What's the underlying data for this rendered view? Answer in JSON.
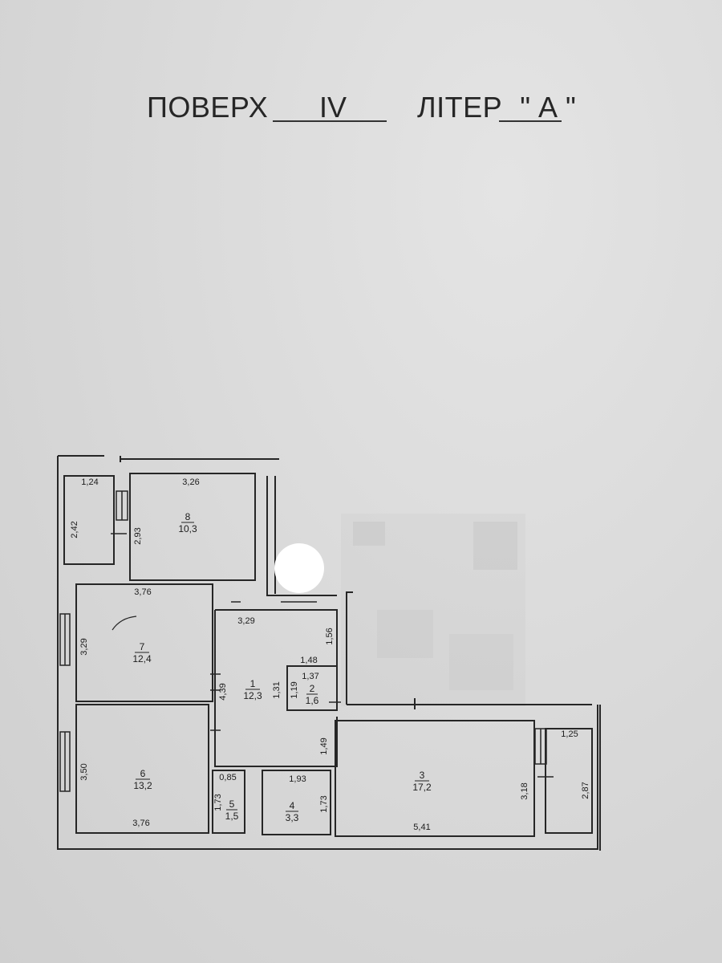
{
  "header": {
    "floor_label": "ПОВЕРХ",
    "floor_value": "IV",
    "liter_label": "ЛІТЕР",
    "liter_value": "\" А \""
  },
  "rooms": [
    {
      "id": "1",
      "number": "1",
      "area": "12,3"
    },
    {
      "id": "2",
      "number": "2",
      "area": "1,6"
    },
    {
      "id": "3",
      "number": "3",
      "area": "17,2"
    },
    {
      "id": "4",
      "number": "4",
      "area": "3,3"
    },
    {
      "id": "5",
      "number": "5",
      "area": "1,5"
    },
    {
      "id": "6",
      "number": "6",
      "area": "13,2"
    },
    {
      "id": "7",
      "number": "7",
      "area": "12,4"
    },
    {
      "id": "8",
      "number": "8",
      "area": "10,3"
    }
  ],
  "dimensions": {
    "d124": "1,24",
    "d242": "2,42",
    "d326": "3,26",
    "d293": "2,93",
    "d376a": "3,76",
    "d329a": "3,29",
    "d329b": "3,29",
    "d156": "1,56",
    "d148": "1,48",
    "d137": "1,37",
    "d131": "1,31",
    "d119": "1,19",
    "d439": "4,39",
    "d149": "1,49",
    "d350": "3,50",
    "d376b": "3,76",
    "d085": "0,85",
    "d173a": "1,73",
    "d193": "1,93",
    "d173b": "1,73",
    "d541": "5,41",
    "d318": "3,18",
    "d125": "1,25",
    "d287": "2,87"
  }
}
